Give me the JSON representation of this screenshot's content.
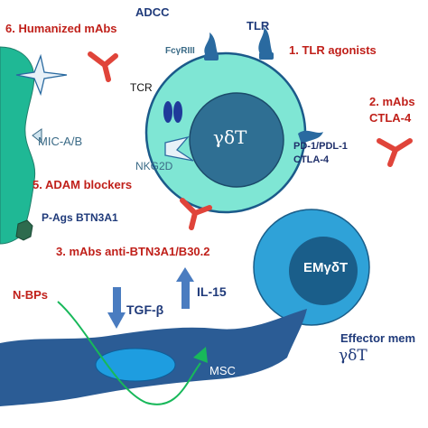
{
  "colors": {
    "red_labels": "#c0201a",
    "navy_labels": "#1f3a7a",
    "cell_outer": "#7fe6d4",
    "cell_outer_stroke": "#1b5a8a",
    "nucleus": "#2f6f93",
    "tumor_cell": "#1fb895",
    "em_outer": "#2fa2d8",
    "em_inner": "#1a5e8a",
    "msc": "#2b5c95",
    "msc_nucleus": "#1e9de0",
    "antibody": "#e0443a",
    "receptor": "#2a6aa0"
  },
  "icons": [
    "antibody-icon",
    "tlr-receptor-icon",
    "tcr-receptor-icon",
    "fcgriii-receptor-icon",
    "nkg2d-receptor-icon",
    "mic-star-icon",
    "arrow-up-icon",
    "arrow-down-icon",
    "curved-arrow-icon"
  ],
  "labels": {
    "adcc": "ADCC",
    "humanized_mabs": "6. Humanized mAbs",
    "tlr": "TLR",
    "fcgriii": "FcγRIII",
    "tlr_agonists": "1. TLR agonists",
    "tcr": "TCR",
    "mabs_ctla4_line1": "2. mAbs",
    "mabs_ctla4_line2": "CTLA-4",
    "mic_ab": "MIC-A/B",
    "gdt": "γδT",
    "pd1_line1": "PD-1/PDL-1",
    "pd1_line2": "CTLA-4",
    "nkg2d": "NKG2D",
    "adam_blockers": "5. ADAM blockers",
    "pags": "P-Ags BTN3A1",
    "mabs_btn": "3. mAbs anti-BTN3A1/B30.2",
    "em_gdt": "EMγδT",
    "n_bps": "N-BPs",
    "tgf_beta": "TGF-β",
    "il15": "IL-15",
    "msc": "MSC",
    "effector_line1": "Effector mem",
    "effector_line2": "γδT"
  }
}
